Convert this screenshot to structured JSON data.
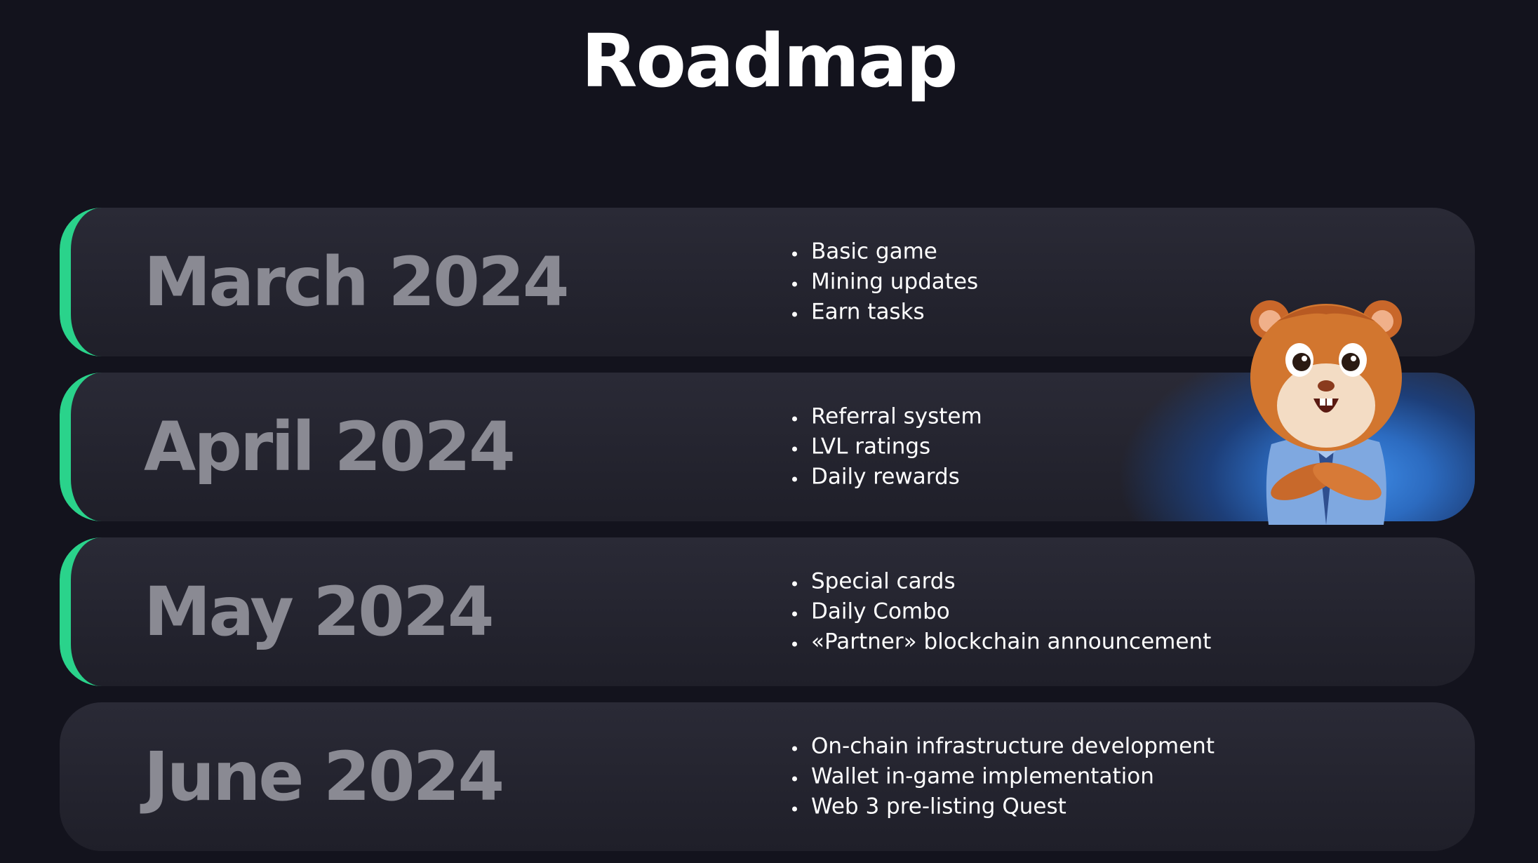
{
  "page": {
    "title": "Roadmap"
  },
  "roadmap": [
    {
      "month": "March 2024",
      "completed": true,
      "items": [
        "Basic game",
        "Mining updates",
        "Earn tasks"
      ]
    },
    {
      "month": "April 2024",
      "completed": true,
      "items": [
        "Referral system",
        "LVL ratings",
        "Daily rewards"
      ]
    },
    {
      "month": "May 2024",
      "completed": true,
      "items": [
        "Special cards",
        "Daily Combo",
        "«Partner» blockchain announcement"
      ]
    },
    {
      "month": "June 2024",
      "completed": false,
      "items": [
        "On-chain infrastructure development",
        "Wallet in-game implementation",
        "Web 3 pre-listing Quest"
      ]
    }
  ],
  "colors": {
    "background": "#13131d",
    "row_background": "#262631",
    "accent_completed": "#2ad38b",
    "month_text": "#8a8a93",
    "highlight_glow": "#3f8de8"
  },
  "icons": {
    "mascot": "hamster-mascot-illustration"
  }
}
